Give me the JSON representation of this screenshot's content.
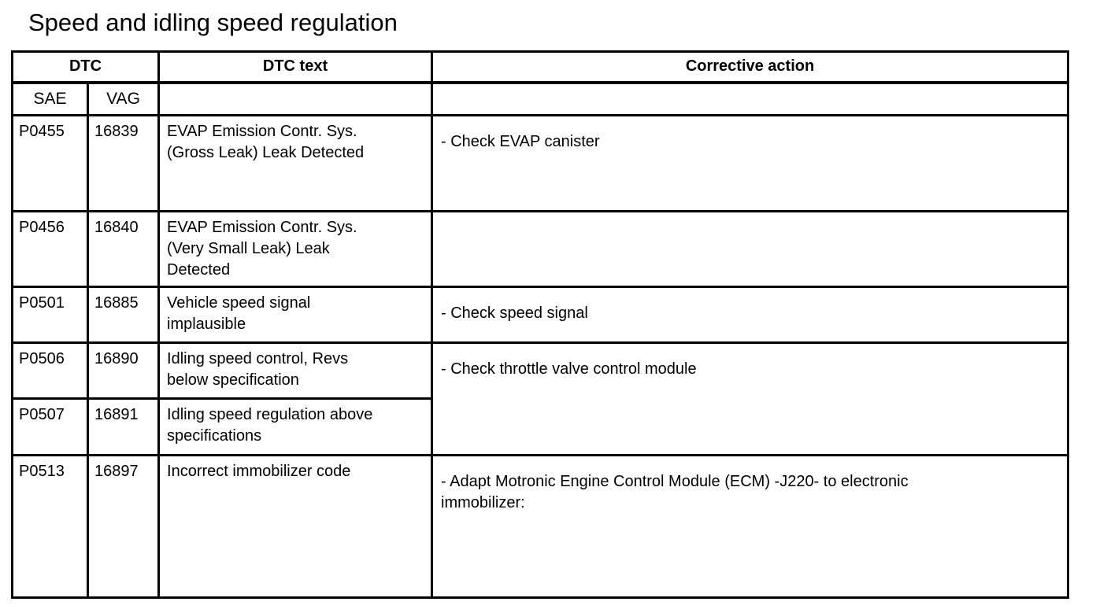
{
  "page": {
    "title": "Speed and idling speed regulation"
  },
  "colors": {
    "text": "#000000",
    "background": "#ffffff",
    "border": "#000000"
  },
  "table": {
    "header": {
      "dtc": "DTC",
      "dtc_text": "DTC text",
      "corrective_action": "Corrective action",
      "sae": "SAE",
      "vag": "VAG"
    },
    "rows": [
      {
        "sae": "P0455",
        "vag": "16839",
        "dtc_text": "EVAP Emission Contr. Sys.\n(Gross Leak) Leak Detected",
        "corrective_action": "- Check EVAP canister"
      },
      {
        "sae": "P0456",
        "vag": "16840",
        "dtc_text": "EVAP Emission Contr. Sys.\n(Very Small Leak) Leak\nDetected",
        "corrective_action": ""
      },
      {
        "sae": "P0501",
        "vag": "16885",
        "dtc_text": "Vehicle speed signal\nimplausible",
        "corrective_action": "- Check speed signal"
      },
      {
        "sae": "P0506",
        "vag": "16890",
        "dtc_text": "Idling speed control, Revs\nbelow specification",
        "corrective_action": "- Check throttle valve control module"
      },
      {
        "sae": "P0507",
        "vag": "16891",
        "dtc_text": "Idling speed regulation above\nspecifications",
        "corrective_action": null
      },
      {
        "sae": "P0513",
        "vag": "16897",
        "dtc_text": "Incorrect immobilizer code",
        "corrective_action": "- Adapt Motronic Engine Control Module (ECM) -J220- to electronic\nimmobilizer:"
      }
    ]
  }
}
